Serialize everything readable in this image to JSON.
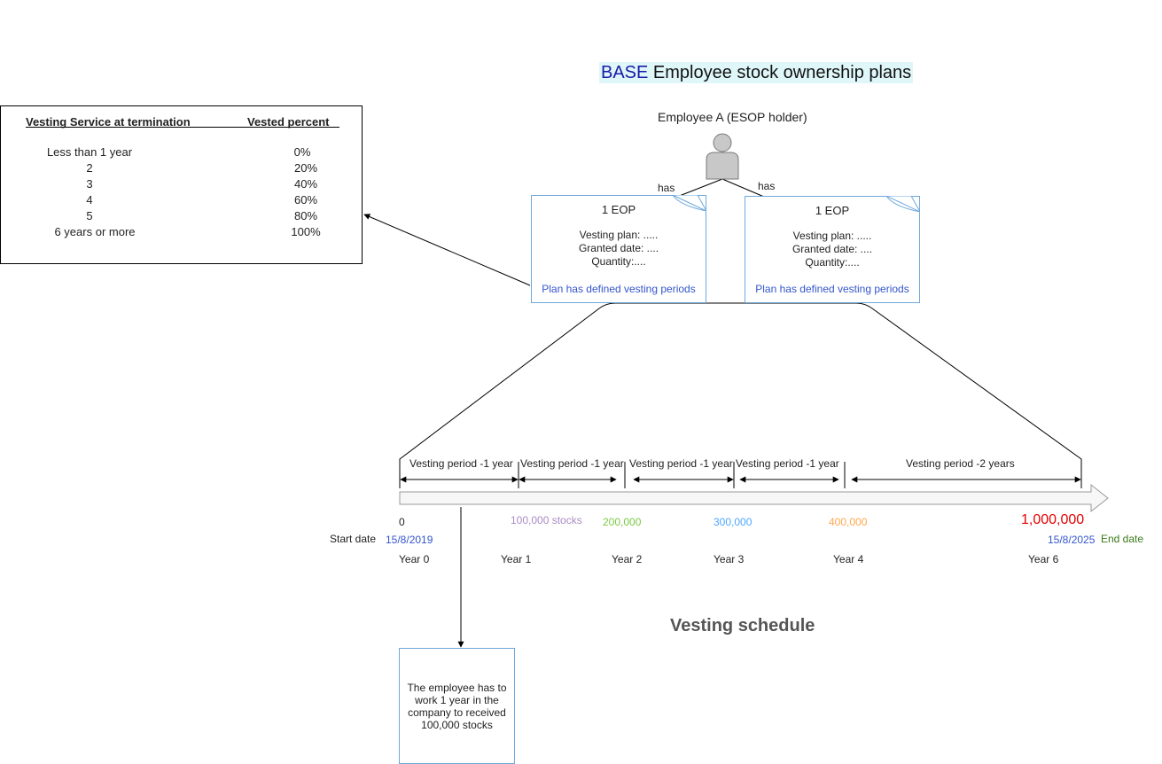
{
  "title": {
    "brand": "BASE",
    "rest": "Employee stock ownership plans"
  },
  "holder": {
    "label": "Employee A (ESOP holder)",
    "relation_left": "has",
    "relation_right": "has"
  },
  "vesting_table": {
    "headers": [
      "Vesting Service at termination",
      "Vested percent"
    ],
    "rows": [
      [
        "Less than 1 year",
        "0%"
      ],
      [
        "2",
        "20%"
      ],
      [
        "3",
        "40%"
      ],
      [
        "4",
        "60%"
      ],
      [
        "5",
        "80%"
      ],
      [
        "6 years or more",
        "100%"
      ]
    ]
  },
  "plans": [
    {
      "name": "1 EOP",
      "fields": [
        "Vesting plan: .....",
        "Granted date: ....",
        "Quantity:...."
      ],
      "footer": "Plan has defined vesting periods"
    },
    {
      "name": "1 EOP",
      "fields": [
        "Vesting plan: .....",
        "Granted date: ....",
        "Quantity:...."
      ],
      "footer": "Plan has defined vesting periods"
    }
  ],
  "timeline": {
    "periods": [
      "Vesting period -1 year",
      "Vesting period -1 year",
      "Vesting period -1 year",
      "Vesting period -1 year",
      "Vesting period -2 years"
    ],
    "values": [
      {
        "text": "0",
        "color": "#222222"
      },
      {
        "text": "100,000 stocks",
        "color": "#a98bc4"
      },
      {
        "text": "200,000",
        "color": "#7ac943"
      },
      {
        "text": "300,000",
        "color": "#4da6ff"
      },
      {
        "text": "400,000",
        "color": "#ffa64d"
      },
      {
        "text": "1,000,000",
        "color": "#e60000"
      }
    ],
    "years": [
      "Year 0",
      "Year 1",
      "Year 2",
      "Year 3",
      "Year 4",
      "Year 6"
    ],
    "start_label": "Start date",
    "start_date": "15/8/2019",
    "end_date": "15/8/2025",
    "end_label": "End date",
    "end_label_color": "#3a7a1a"
  },
  "subtitle": "Vesting schedule",
  "note": "The employee has to work 1 year in the company to received 100,000 stocks"
}
